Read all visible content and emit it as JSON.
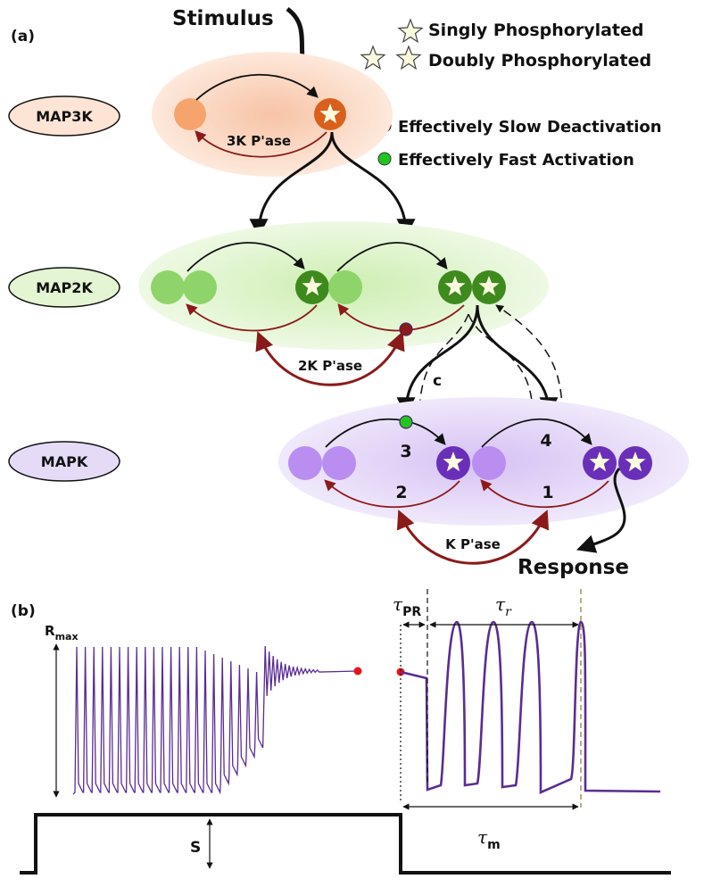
{
  "panel_a": {
    "label": "(a)",
    "stimulus": "Stimulus",
    "response": "Response",
    "legend": {
      "singly": "Singly Phosphorylated",
      "doubly": "Doubly Phosphorylated",
      "slow": "Effectively Slow Deactivation",
      "fast": "Effectively Fast Activation"
    },
    "tiers": {
      "map3k": "MAP3K",
      "map2k": "MAP2K",
      "mapk": "MAPK"
    },
    "phosphatases": {
      "k3": "3K P'ase",
      "k2": "2K P'ase",
      "k": "K P'ase"
    },
    "step_numbers": [
      "3",
      "4",
      "2",
      "1"
    ],
    "c_label": "c",
    "colors": {
      "map3k_bg": "#f9d3bd",
      "map3k_light": "#f6a46e",
      "map3k_dark": "#d9601c",
      "map2k_bg": "#dcf2c9",
      "map2k_light": "#8fd46a",
      "map2k_dark": "#3f8a1e",
      "mapk_bg": "#e4d6f7",
      "mapk_light": "#b98ef0",
      "mapk_dark": "#6a2fb8",
      "phosphatase_arrow": "#8b1a1a",
      "slow_dot": "#8b1a1a",
      "fast_dot": "#22c422"
    }
  },
  "panel_b": {
    "label": "(b)",
    "rmax": "R",
    "rmax_sub": "max",
    "tau_pr": "τ",
    "tau_pr_sub": "PR",
    "tau_r": "τ",
    "tau_r_sub": "r",
    "tau_m": "τ",
    "tau_m_sub": "m",
    "s_label": "S",
    "colors": {
      "trace": "#5a2d91",
      "marker": "#e8141b"
    }
  }
}
